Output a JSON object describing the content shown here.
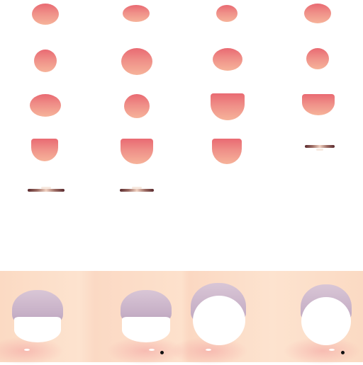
{
  "texture": {
    "background": "#ffffff",
    "mouth_colors": [
      "#e96a72",
      "#ef8f88",
      "#f6b39a"
    ],
    "skin_color": "#fde1cc",
    "eyelid_color": "#cbb4cb",
    "eye_white": "#ffffff",
    "mouth_shapes": [
      "oval",
      "oval",
      "oval",
      "oval",
      "oval",
      "oval",
      "oval",
      "oval",
      "oval",
      "oval",
      "half-open",
      "half-open",
      "half-open",
      "half-open",
      "half-open",
      "closed-line",
      "closed-line",
      "closed-line"
    ],
    "eye_shapes": [
      "eye-closed-lid",
      "eye-closed-lid",
      "eye-open-lid",
      "eye-open-lid"
    ]
  }
}
